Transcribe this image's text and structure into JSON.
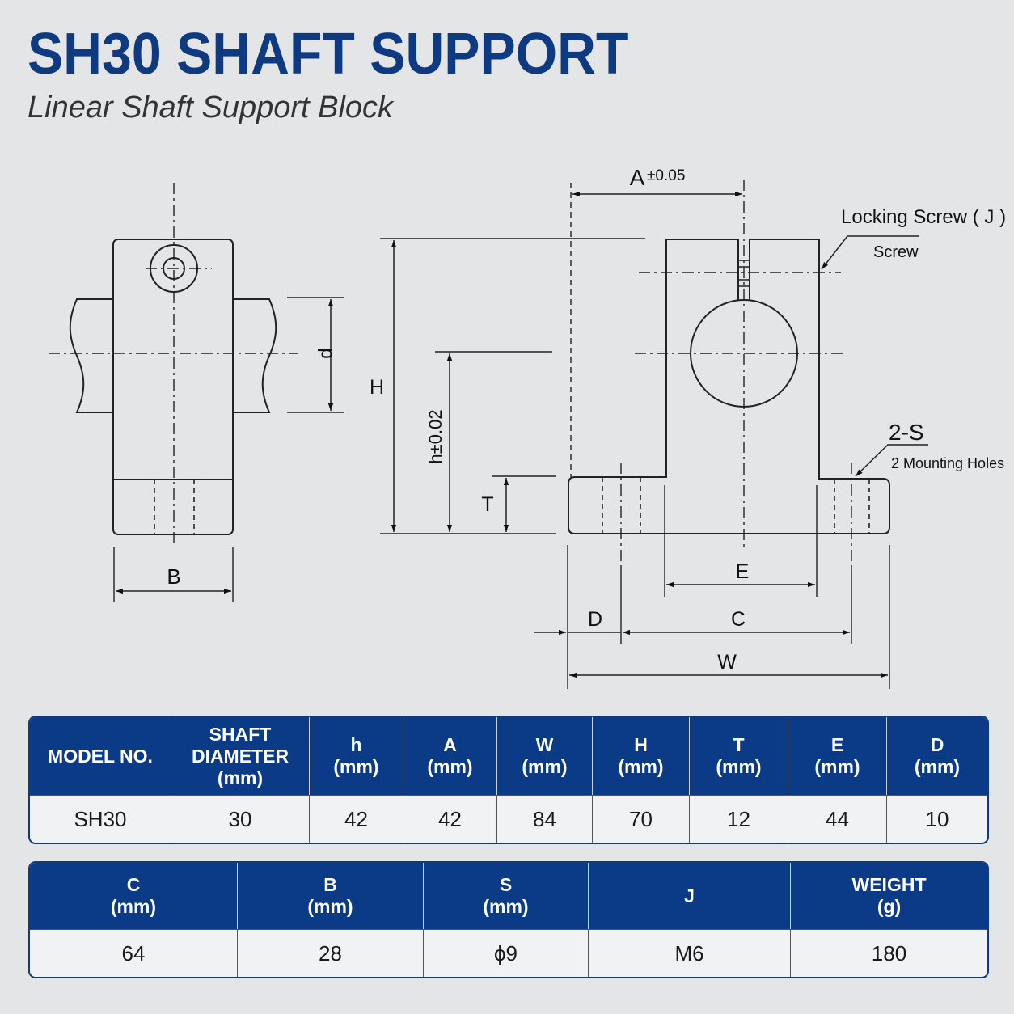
{
  "header": {
    "title": "SH30 SHAFT SUPPORT",
    "subtitle": "Linear Shaft Support Block"
  },
  "drawing": {
    "labels": {
      "d": "d",
      "B": "B",
      "H": "H",
      "h": "h±0.02",
      "T": "T",
      "A": "A",
      "A_tol": "±0.05",
      "locking_screw": "Locking Screw ( J )",
      "screw": "Screw",
      "two_s": "2-S",
      "mounting_holes": "2 Mounting Holes",
      "E": "E",
      "D": "D",
      "C": "C",
      "W": "W"
    }
  },
  "table1": {
    "headers": [
      [
        "MODEL NO."
      ],
      [
        "SHAFT",
        "DIAMETER",
        "(mm)"
      ],
      [
        "h",
        "(mm)"
      ],
      [
        "A",
        "(mm)"
      ],
      [
        "W",
        "(mm)"
      ],
      [
        "H",
        "(mm)"
      ],
      [
        "T",
        "(mm)"
      ],
      [
        "E",
        "(mm)"
      ],
      [
        "D",
        "(mm)"
      ]
    ],
    "row": [
      "SH30",
      "30",
      "42",
      "42",
      "84",
      "70",
      "12",
      "44",
      "10"
    ]
  },
  "table2": {
    "headers": [
      [
        "C",
        "(mm)"
      ],
      [
        "B",
        "(mm)"
      ],
      [
        "S",
        "(mm)"
      ],
      [
        "J"
      ],
      [
        "WEIGHT",
        "(g)"
      ]
    ],
    "row": [
      "64",
      "28",
      "ϕ9",
      "M6",
      "180"
    ]
  }
}
